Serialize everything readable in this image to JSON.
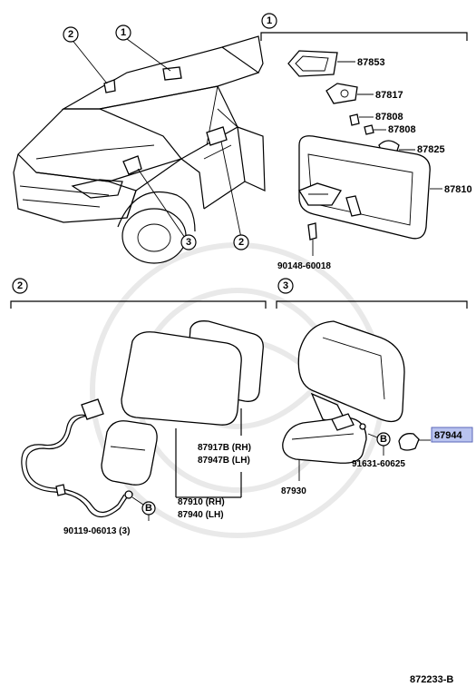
{
  "callouts": {
    "c1": "1",
    "c2": "2",
    "c3": "3",
    "cB": "B"
  },
  "section1": {
    "parts": {
      "p87853": "87853",
      "p87817": "87817",
      "p87808a": "87808",
      "p87808b": "87808",
      "p87825": "87825",
      "p87810": "87810",
      "p90148": "90148-60018"
    }
  },
  "section2": {
    "parts": {
      "p87917": "87917B (RH)",
      "p87947": "87947B (LH)",
      "p87910": "87910 (RH)",
      "p87940": "87940 (LH)",
      "p90119": "90119-06013 (3)"
    }
  },
  "section3": {
    "parts": {
      "p87944": "87944",
      "p91631": "91631-60625",
      "p87930": "87930"
    }
  },
  "footer": {
    "code": "872233-B"
  },
  "colors": {
    "highlight": "#b9c3ef"
  }
}
